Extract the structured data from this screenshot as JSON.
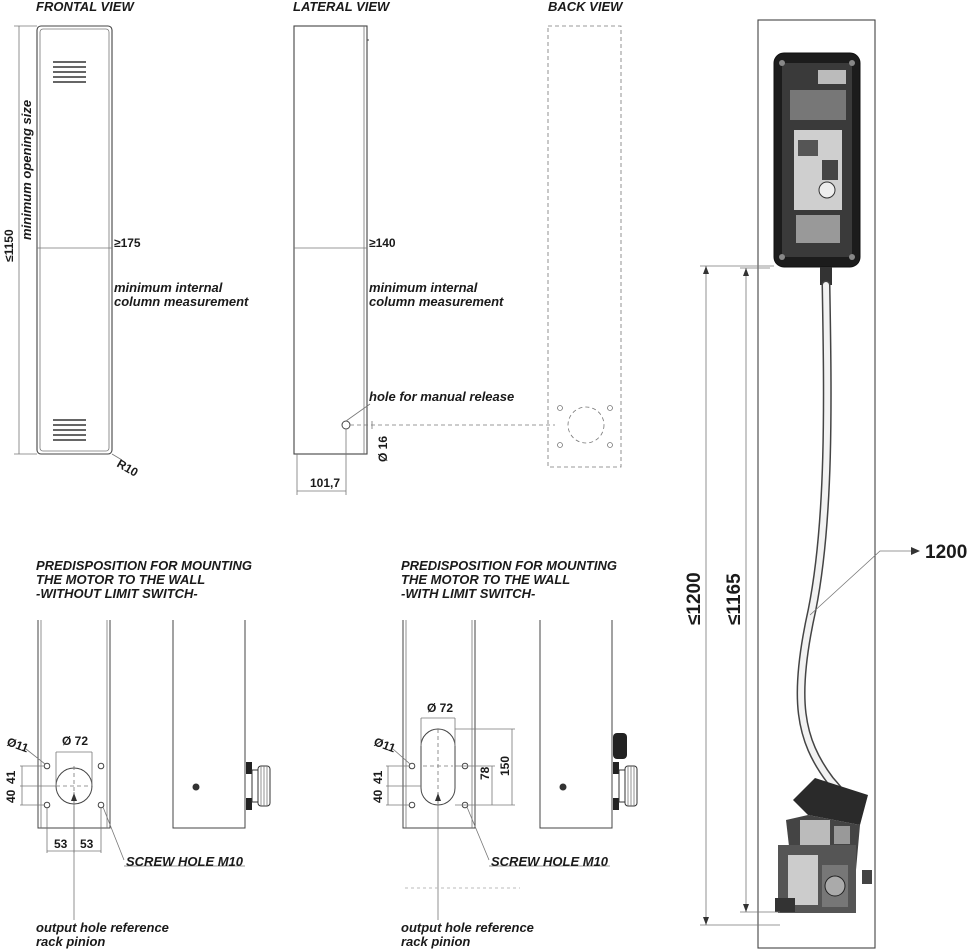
{
  "views": {
    "frontal": "FRONTAL VIEW",
    "lateral": "LATERAL VIEW",
    "back": "BACK VIEW"
  },
  "labels": {
    "min_opening": "minimum opening size",
    "height_max": "≤1150",
    "width_front": "≥175",
    "width_lateral": "≥140",
    "internal_1": "minimum internal",
    "internal_2": "column measurement",
    "radius": "R10",
    "manual_release": "hole for manual release",
    "hole_diam": "Ø 16",
    "offset": "101,7"
  },
  "mount_left": {
    "title1": "PREDISPOSITION FOR MOUNTING",
    "title2": "THE MOTOR TO THE WALL",
    "title3": "-WITHOUT LIMIT SWITCH-",
    "diam_small": "Ø11",
    "diam_big": "Ø 72",
    "v1": "40",
    "v2": "41",
    "h1": "53",
    "h2": "53",
    "screw": "SCREW HOLE M10",
    "ref1": "output hole reference",
    "ref2": "rack pinion"
  },
  "mount_right": {
    "title1": "PREDISPOSITION FOR MOUNTING",
    "title2": "THE MOTOR TO THE WALL",
    "title3": "-WITH LIMIT SWITCH-",
    "diam_small": "Ø11",
    "diam_big": "Ø 72",
    "v1": "40",
    "v2": "41",
    "slot_h": "78",
    "slot_total": "150",
    "screw": "SCREW HOLE M10",
    "ref1": "output hole reference",
    "ref2": "rack pinion"
  },
  "column": {
    "h_outer": "≤1200",
    "h_inner": "≤1165",
    "cable": "1200"
  }
}
